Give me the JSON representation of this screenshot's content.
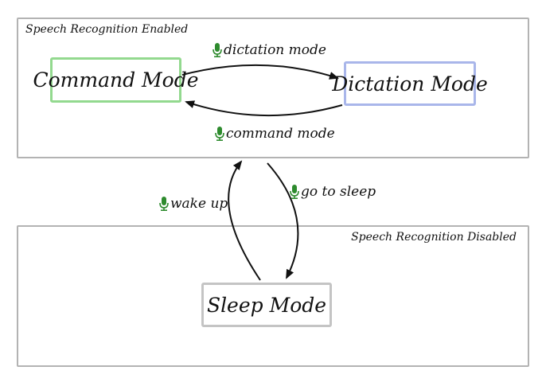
{
  "regions": {
    "enabled_label": "Speech Recognition Enabled",
    "disabled_label": "Speech Recognition Disabled"
  },
  "states": {
    "command": "Command Mode",
    "dictation": "Dictation Mode",
    "sleep": "Sleep Mode"
  },
  "transitions": {
    "to_dictation": "dictation mode",
    "to_command": "command mode",
    "wake": "wake up",
    "sleep": "go to sleep"
  },
  "colors": {
    "command_border": "#93d98f",
    "dictation_border": "#a9b6ea",
    "sleep_border": "#c4c4c4",
    "frame_border": "#b3b3b3",
    "mic": "#2e8b2e"
  },
  "icons": {
    "transition_icon": "microphone-icon"
  }
}
